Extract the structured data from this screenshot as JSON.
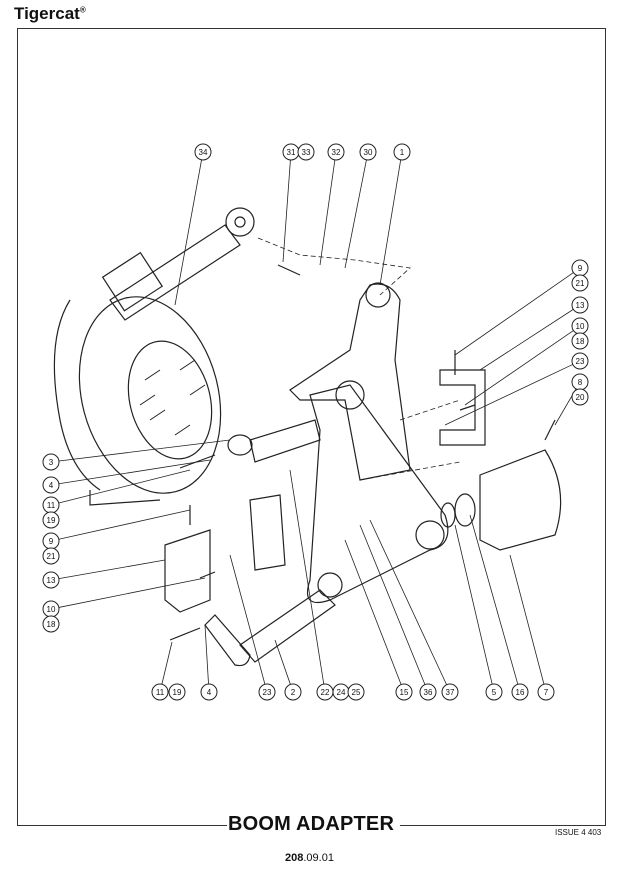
{
  "header": {
    "brand": "Tigercat",
    "brand_mark": "®"
  },
  "footer": {
    "title": "BOOM ADAPTER",
    "issue": "ISSUE 4 403",
    "page_major": "208",
    "page_minor": ".09.01"
  },
  "callouts": {
    "top": [
      "34",
      "31",
      "33",
      "32",
      "30",
      "1"
    ],
    "right": [
      "9",
      "21",
      "13",
      "10",
      "18",
      "23",
      "8",
      "20"
    ],
    "left": [
      "3",
      "4",
      "11",
      "19",
      "9",
      "21",
      "13",
      "10",
      "18"
    ],
    "bottom": [
      "11",
      "19",
      "4",
      "23",
      "2",
      "22",
      "24",
      "25",
      "15",
      "36",
      "37",
      "5",
      "16",
      "7"
    ]
  }
}
